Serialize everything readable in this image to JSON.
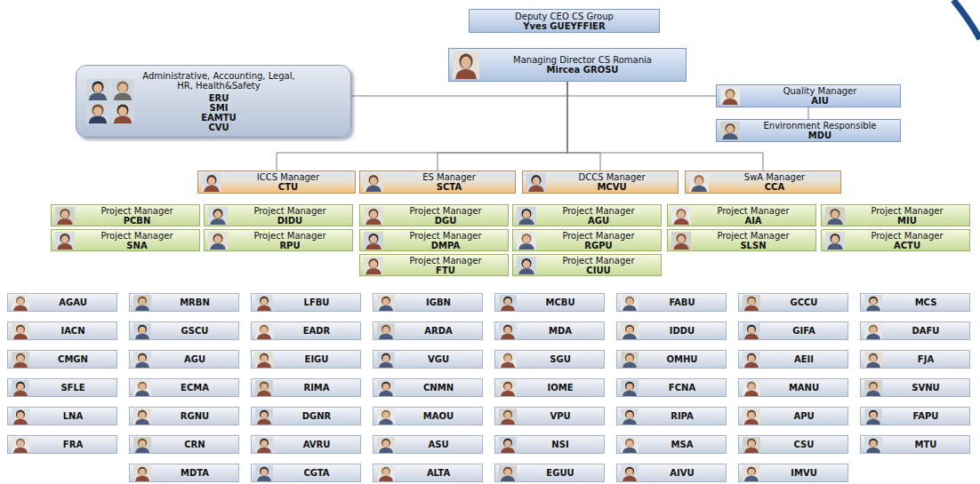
{
  "diagram": {
    "nodes": [
      {
        "text": [
          "Deputy CEO CS Group",
          "Yves GUEYFFIER"
        ]
      },
      {
        "text": [
          "Managing Director CS Romania",
          "Mircea GROSU"
        ]
      },
      {
        "text": [
          "Administrative, Accounting, Legal, HR, Health&Safety",
          "ERU",
          "SMI",
          "EAMTU",
          "CVU"
        ]
      },
      {
        "text": [
          "Quality Manager",
          "AIU"
        ]
      },
      {
        "text": [
          "Environment Responsible",
          "MDU"
        ]
      },
      {
        "text": [
          "ICCS Manager",
          "CTU"
        ]
      },
      {
        "text": [
          "ES Manager",
          "SCTA"
        ]
      },
      {
        "text": [
          "DCCS Manager",
          "MCVU"
        ]
      },
      {
        "text": [
          "SwA Manager",
          "CCA"
        ]
      },
      {
        "text": [
          "Project Manager",
          "PCBN"
        ]
      },
      {
        "text": [
          "Project Manager",
          "DIDU"
        ]
      },
      {
        "text": [
          "Project Manager",
          "DGU"
        ]
      },
      {
        "text": [
          "Project Manager",
          "AGU"
        ]
      },
      {
        "text": [
          "Project Manager",
          "AIA"
        ]
      },
      {
        "text": [
          "Project Manager",
          "MIU"
        ]
      },
      {
        "text": [
          "Project Manager",
          "SNA"
        ]
      },
      {
        "text": [
          "Project Manager",
          "RPU"
        ]
      },
      {
        "text": [
          "Project Manager",
          "DMPA"
        ]
      },
      {
        "text": [
          "Project Manager",
          "RGPU"
        ]
      },
      {
        "text": [
          "Project Manager",
          "SLSN"
        ]
      },
      {
        "text": [
          "Project Manager",
          "ACTU"
        ]
      },
      {
        "text": [
          "Project Manager",
          "FTU"
        ]
      },
      {
        "text": [
          "Project Manager",
          "CIUU"
        ]
      },
      {
        "text": [
          "AGAU"
        ]
      },
      {
        "text": [
          "MRBN"
        ]
      },
      {
        "text": [
          "LFBU"
        ]
      },
      {
        "text": [
          "IGBN"
        ]
      },
      {
        "text": [
          "MCBU"
        ]
      },
      {
        "text": [
          "FABU"
        ]
      },
      {
        "text": [
          "GCCU"
        ]
      },
      {
        "text": [
          "MCS"
        ]
      },
      {
        "text": [
          "IACN"
        ]
      },
      {
        "text": [
          "GSCU"
        ]
      },
      {
        "text": [
          "EADR"
        ]
      },
      {
        "text": [
          "ARDA"
        ]
      },
      {
        "text": [
          "MDA"
        ]
      },
      {
        "text": [
          "IDDU"
        ]
      },
      {
        "text": [
          "GIFA"
        ]
      },
      {
        "text": [
          "DAFU"
        ]
      },
      {
        "text": [
          "CMGN"
        ]
      },
      {
        "text": [
          "AGU"
        ]
      },
      {
        "text": [
          "EIGU"
        ]
      },
      {
        "text": [
          "VGU"
        ]
      },
      {
        "text": [
          "SGU"
        ]
      },
      {
        "text": [
          "OMHU"
        ]
      },
      {
        "text": [
          "AEII"
        ]
      },
      {
        "text": [
          "FJA"
        ]
      },
      {
        "text": [
          "SFLE"
        ]
      },
      {
        "text": [
          "ECMA"
        ]
      },
      {
        "text": [
          "RIMA"
        ]
      },
      {
        "text": [
          "CNMN"
        ]
      },
      {
        "text": [
          "IOME"
        ]
      },
      {
        "text": [
          "FCNA"
        ]
      },
      {
        "text": [
          "MANU"
        ]
      },
      {
        "text": [
          "SVNU"
        ]
      },
      {
        "text": [
          "LNA"
        ]
      },
      {
        "text": [
          "RGNU"
        ]
      },
      {
        "text": [
          "DGNR"
        ]
      },
      {
        "text": [
          "MAOU"
        ]
      },
      {
        "text": [
          "VPU"
        ]
      },
      {
        "text": [
          "RIPA"
        ]
      },
      {
        "text": [
          "APU"
        ]
      },
      {
        "text": [
          "FAPU"
        ]
      },
      {
        "text": [
          "FRA"
        ]
      },
      {
        "text": [
          "CRN"
        ]
      },
      {
        "text": [
          "AVRU"
        ]
      },
      {
        "text": [
          "ASU"
        ]
      },
      {
        "text": [
          "NSI"
        ]
      },
      {
        "text": [
          "MSA"
        ]
      },
      {
        "text": [
          "CSU"
        ]
      },
      {
        "text": [
          "MTU"
        ]
      },
      {
        "text": [
          "MDTA"
        ]
      },
      {
        "text": [
          "CGTA"
        ]
      },
      {
        "text": [
          "ALTA"
        ]
      },
      {
        "text": [
          "EGUU"
        ]
      },
      {
        "text": [
          "AIVU"
        ]
      },
      {
        "text": [
          "IMVU"
        ]
      }
    ],
    "edges": [
      {
        "from": 1,
        "to": 2,
        "arrow": "none"
      },
      {
        "from": 1,
        "to": 3,
        "arrow": "none"
      },
      {
        "from": 3,
        "to": 4,
        "arrow": "none"
      },
      {
        "from": 1,
        "to": 5,
        "arrow": "none"
      },
      {
        "from": 1,
        "to": 6,
        "arrow": "none"
      },
      {
        "from": 1,
        "to": 7,
        "arrow": "none"
      },
      {
        "from": 1,
        "to": 8,
        "arrow": "none"
      }
    ]
  }
}
